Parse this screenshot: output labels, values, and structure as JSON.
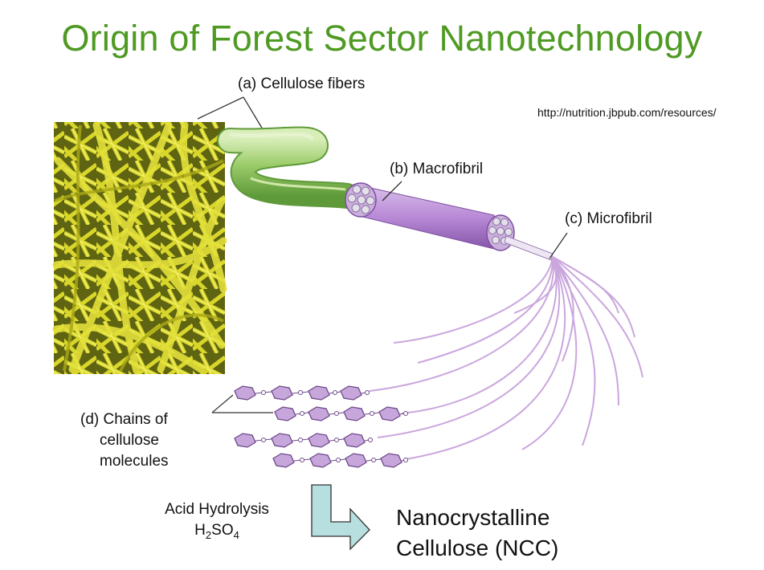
{
  "title": "Origin of Forest Sector Nanotechnology",
  "source_url": "http://nutrition.jbpub.com/resources/",
  "labels": {
    "cellulose_fibers": "(a) Cellulose fibers",
    "macrofibril": "(b) Macrofibril",
    "microfibril": "(c) Microfibril",
    "chains": [
      "(d) Chains of",
      "cellulose",
      "molecules"
    ]
  },
  "process": {
    "line1": "Acid Hydrolysis",
    "formula": {
      "h": "H",
      "h_sub": "2",
      "so": "SO",
      "o_sub": "4"
    }
  },
  "result": [
    "Nanocrystalline",
    "Cellulose (NCC)"
  ],
  "colors": {
    "title": "#4e9a22",
    "fiber_photo": "#c9c41a",
    "cellulose_fiber": "#9ccc6a",
    "macrofibril": "#b98ad6",
    "molecule": "#c7a6dc",
    "arrow": "#b8dfe0"
  }
}
